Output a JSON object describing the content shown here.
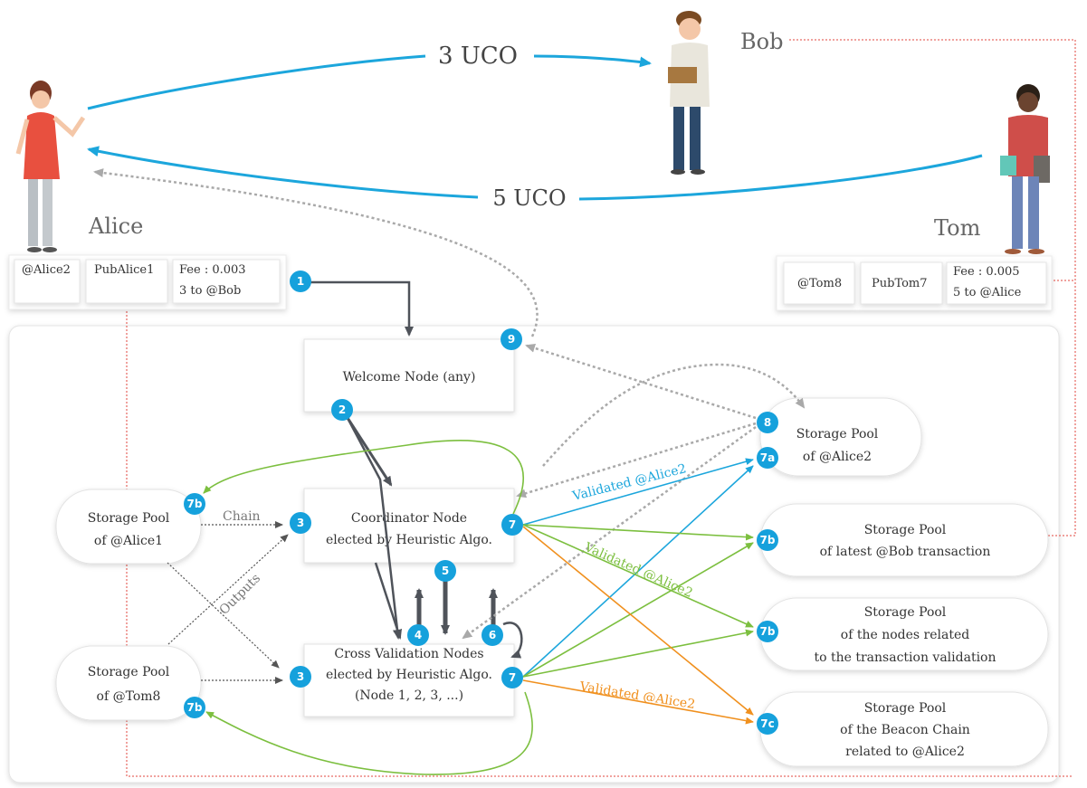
{
  "people": {
    "alice": {
      "name": "Alice"
    },
    "bob": {
      "name": "Bob"
    },
    "tom": {
      "name": "Tom"
    }
  },
  "transfers": {
    "alice_to_bob": "3 UCO",
    "tom_to_alice": "5 UCO"
  },
  "alice_tx": {
    "address": "@Alice2",
    "pubkey": "PubAlice1",
    "fee": "Fee : 0.003",
    "detail": "3 to @Bob"
  },
  "tom_tx": {
    "address": "@Tom8",
    "pubkey": "PubTom7",
    "fee": "Fee : 0.005",
    "detail": "5 to @Alice"
  },
  "nodes": {
    "welcome": "Welcome Node (any)",
    "coordinator": [
      "Coordinator Node",
      "elected by Heuristic Algo."
    ],
    "cross_validation": [
      "Cross Validation Nodes",
      "elected by Heuristic Algo.",
      "(Node 1, 2, 3, ...)"
    ],
    "pool_alice1": [
      "Storage Pool",
      "of @Alice1"
    ],
    "pool_tom8": [
      "Storage Pool",
      "of @Tom8"
    ],
    "pool_alice2": [
      "Storage Pool",
      "of @Alice2"
    ],
    "pool_bob": [
      "Storage Pool",
      "of latest @Bob transaction"
    ],
    "pool_nodes": [
      "Storage Pool",
      "of the nodes related",
      "to the transaction validation"
    ],
    "pool_beacon": [
      "Storage Pool",
      "of the Beacon Chain",
      "related to @Alice2"
    ]
  },
  "edge_labels": {
    "chain": "Chain",
    "outputs": "Outputs",
    "validated_blue": "Validated @Alice2",
    "validated_green": "Validated @Alice2",
    "validated_orange": "Validated @Alice2"
  },
  "badges": {
    "b1": "1",
    "b2": "2",
    "b3a": "3",
    "b3b": "3",
    "b4": "4",
    "b5": "5",
    "b6": "6",
    "b7a_coord": "7",
    "b7b_cross": "7",
    "b8": "8",
    "b9": "9",
    "b7a": "7a",
    "b7b_alice1": "7b",
    "b7b_tom8": "7b",
    "b7b_bob": "7b",
    "b7b_nodes": "7b",
    "b7c": "7c"
  },
  "colors": {
    "badge": "#16a1dc",
    "blue": "#1ca6dc",
    "green": "#7cbf3f",
    "orange": "#f0901e",
    "dark": "#4f535a",
    "dotted": "#a9a9a9",
    "red_dotted": "#e2453c"
  }
}
